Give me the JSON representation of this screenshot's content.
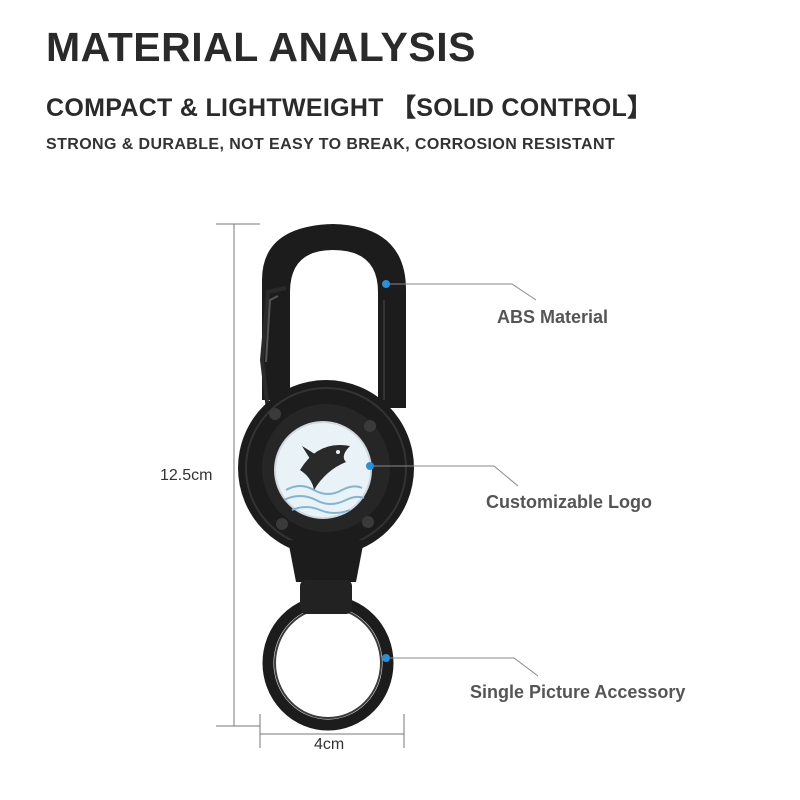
{
  "header": {
    "title": "MATERIAL ANALYSIS",
    "subtitle": "COMPACT & LIGHTWEIGHT 【SOLID CONTROL】",
    "tagline": "STRONG & DURABLE, NOT EASY TO BREAK, CORROSION RESISTANT"
  },
  "callouts": [
    {
      "label": "ABS Material"
    },
    {
      "label": "Customizable Logo"
    },
    {
      "label": "Single Picture Accessory"
    }
  ],
  "dimensions": {
    "height": "12.5cm",
    "width": "4cm"
  },
  "colors": {
    "product": "#1c1c1c",
    "callout_dot": "#2a8fd6",
    "callout_line": "#888888",
    "logo_bg": "#e9f2f7"
  },
  "logo": {
    "icon": "fish-icon"
  }
}
